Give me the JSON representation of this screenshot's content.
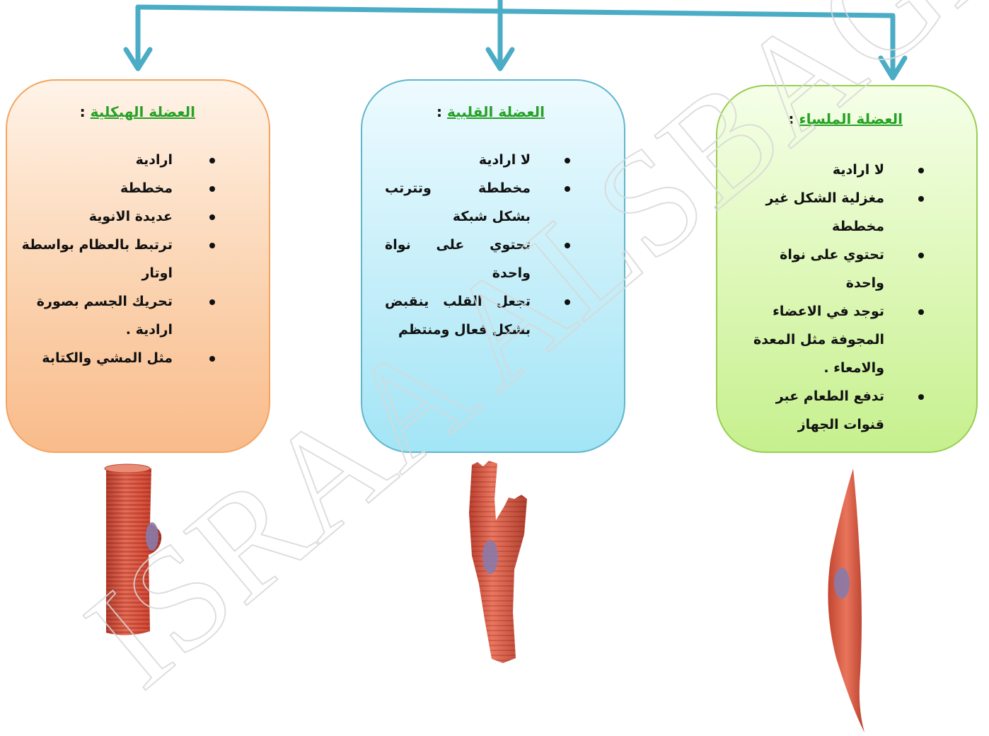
{
  "colors": {
    "arrow": "#4bacc6",
    "title_green": "#27a127",
    "skeletal_fill": "#fbd3b0",
    "cardiac_fill": "#c4eef9",
    "smooth_fill": "#dcf7b5",
    "muscle_red": "#d9503c",
    "nucleus": "#8a7aa8"
  },
  "watermark": "ISRAA ALSBAGH",
  "boxes": {
    "skeletal": {
      "title": "العضلة الهيكلية",
      "title_suffix": " :",
      "items": [
        {
          "text": "ارادية"
        },
        {
          "text": "مخططة"
        },
        {
          "text": "عديدة الانوية"
        },
        {
          "text": "ترتبط بالعظام بواسطة اوتار"
        },
        {
          "text": "تحريك الجسم بصورة ارادية ."
        },
        {
          "text": "مثل المشي والكتابة"
        }
      ],
      "image_icon": "skeletal-muscle-fiber"
    },
    "cardiac": {
      "title": "العضلة القلبية",
      "title_suffix": " :",
      "items": [
        {
          "text": "لا ارادية"
        },
        {
          "text": "مخططة وتترتب بشكل شبكة"
        },
        {
          "text": "تحتوي على نواة واحدة"
        },
        {
          "text": "تجعل القلب ينقبض بشكل فعال ومنتظم"
        }
      ],
      "image_icon": "cardiac-muscle-cell"
    },
    "smooth": {
      "title": "العضلة الملساء",
      "title_suffix": " :",
      "items": [
        {
          "text": "لا ارادية"
        },
        {
          "text": "مغزلية الشكل غير مخططة"
        },
        {
          "text": "تحتوي على نواة واحدة"
        },
        {
          "text": "توجد في الاعضاء المجوفة مثل المعدة والامعاء ."
        },
        {
          "text": "تدفع الطعام عبر قنوات الجهاز"
        }
      ],
      "image_icon": "smooth-muscle-cell"
    }
  }
}
